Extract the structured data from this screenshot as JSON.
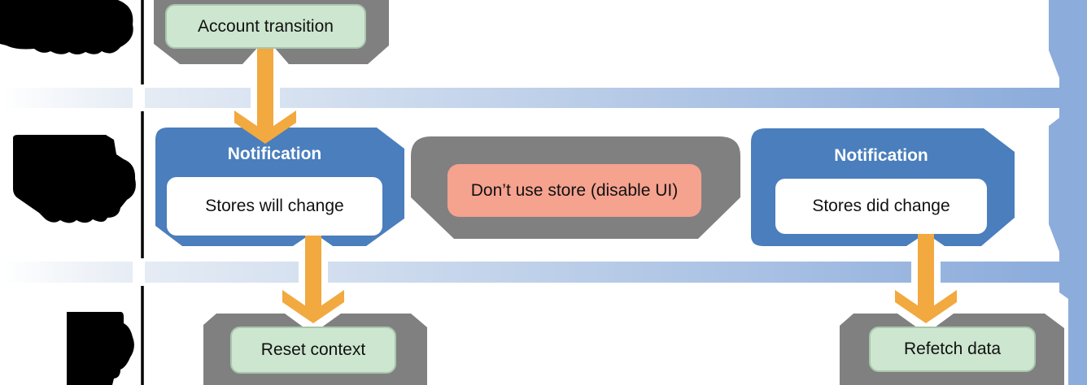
{
  "diagram": {
    "nodes": [
      {
        "id": "account-transition",
        "label": "Account transition",
        "type": "event"
      },
      {
        "id": "notification-stores-will-change",
        "title": "Notification",
        "label": "Stores will change",
        "type": "notification"
      },
      {
        "id": "dont-use-store",
        "label": "Don’t use store (disable UI)",
        "type": "warning"
      },
      {
        "id": "notification-stores-did-change",
        "title": "Notification",
        "label": "Stores did change",
        "type": "notification"
      },
      {
        "id": "reset-context",
        "label": "Reset context",
        "type": "action"
      },
      {
        "id": "refetch-data",
        "label": "Refetch data",
        "type": "action"
      }
    ],
    "colors": {
      "notification_blue": "#4a7ebd",
      "arrow_orange": "#f2a93f",
      "blob_gray": "#808080",
      "action_green": "#cde6cf",
      "action_green_border": "#a9c6ae",
      "warning_red": "#f5a28f",
      "timeline_band_start": "#ffffff",
      "timeline_band_end": "#8cacdb",
      "timeline_bar": "#8cacdc",
      "separator_line": "#000000",
      "redacted_label": "#000000"
    }
  }
}
